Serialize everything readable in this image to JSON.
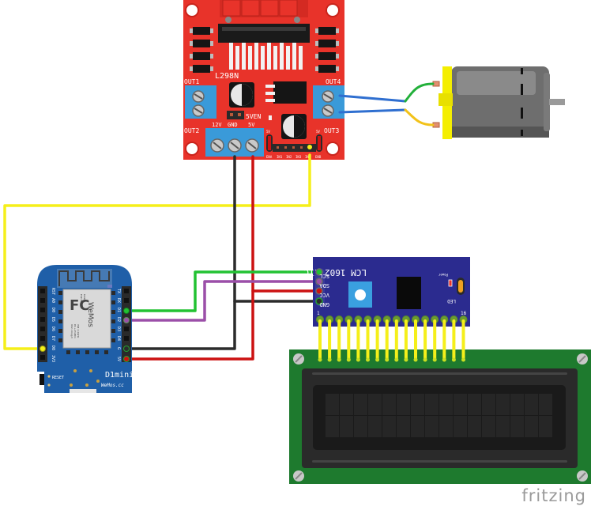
{
  "diagram": {
    "tool_watermark": "fritzing",
    "colors": {
      "l298n_board": "#e8332a",
      "terminal_blue": "#3a9ad9",
      "d1mini_board": "#1f5fa8",
      "lcd_i2c_board": "#2b2b8f",
      "lcd_pcb": "#1e7a2e",
      "wire_yellow": "#f5ef1a",
      "wire_green": "#22c232",
      "wire_purple": "#9b4fa8",
      "wire_black": "#2b2b2b",
      "wire_red": "#cc1111",
      "wire_blue": "#2f6fd0",
      "motor_cap": "#f4ee00",
      "motor_body": "#6e6e6e"
    },
    "l298n": {
      "label": "L298N",
      "out1": "OUT1",
      "out2": "OUT2",
      "out3": "OUT3",
      "out4": "OUT4",
      "power_labels": [
        "12V",
        "GND",
        "5V"
      ],
      "jumper_label": "5VEN",
      "ctrl_pins": [
        "ENA",
        "IN1",
        "IN2",
        "IN3",
        "IN4",
        "ENB"
      ],
      "ctrl_5v_left": "5V",
      "ctrl_5v_right": "5V"
    },
    "d1mini": {
      "name": "D1mini",
      "brand": "WeMos.cc",
      "reset_label": "RESET",
      "module_brand": "WeMos",
      "module_lines": [
        "MODEL",
        "ESP-8266",
        "ISM 2.4GHz",
        "PA +25dBm",
        "802.11b/g/n"
      ],
      "fcc": "FC",
      "left_pins": [
        "RST",
        "A0",
        "D0",
        "D5",
        "D6",
        "D7",
        "D8",
        "3V3"
      ],
      "right_pins": [
        "TX",
        "RX",
        "D1",
        "D2",
        "D3",
        "D4",
        "G",
        "5V"
      ]
    },
    "lcd_i2c": {
      "title": "LCM 1602 IIC",
      "pins": [
        "SCL",
        "SDA",
        "VCC",
        "GND"
      ],
      "power_label": "Power",
      "led_label": "LED",
      "pin_first": "1",
      "pin_last": "16"
    },
    "lcd": {
      "columns": 16,
      "rows": 2
    },
    "connections": [
      {
        "from": "L298N IN4",
        "to": "D1mini D8",
        "color": "yellow"
      },
      {
        "from": "D1mini D1",
        "to": "LCM1602 SCL",
        "color": "green"
      },
      {
        "from": "D1mini D2",
        "to": "LCM1602 SDA",
        "color": "purple"
      },
      {
        "from": "D1mini G",
        "to": "L298N GND / LCM1602 GND",
        "color": "black"
      },
      {
        "from": "D1mini 5V",
        "to": "L298N 5V / LCM1602 VCC",
        "color": "red"
      },
      {
        "from": "L298N OUT4",
        "to": "Motor",
        "color": "blue"
      }
    ]
  }
}
